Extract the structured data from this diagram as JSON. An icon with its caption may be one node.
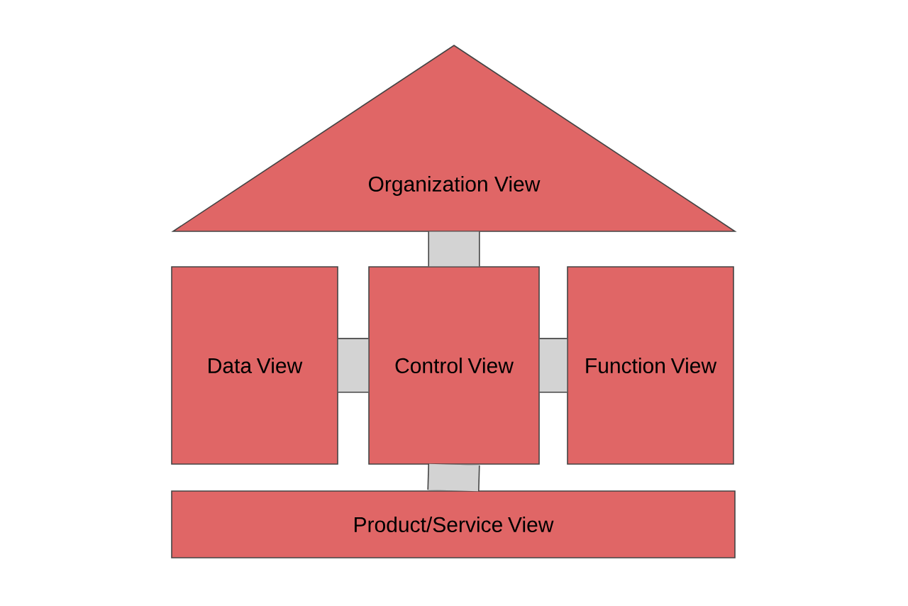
{
  "diagram": {
    "nodes": [
      {
        "text": [
          "Organization View"
        ]
      },
      {
        "text": [
          "Data View"
        ]
      },
      {
        "text": [
          "Control View"
        ]
      },
      {
        "text": [
          "Function View"
        ]
      },
      {
        "text": [
          "Product/Service View"
        ]
      }
    ],
    "edges": [
      {
        "from": 2,
        "to": 0,
        "arrow": "none"
      },
      {
        "from": 1,
        "to": 2,
        "arrow": "none"
      },
      {
        "from": 2,
        "to": 3,
        "arrow": "none"
      },
      {
        "from": 2,
        "to": 4,
        "arrow": "none"
      }
    ]
  }
}
